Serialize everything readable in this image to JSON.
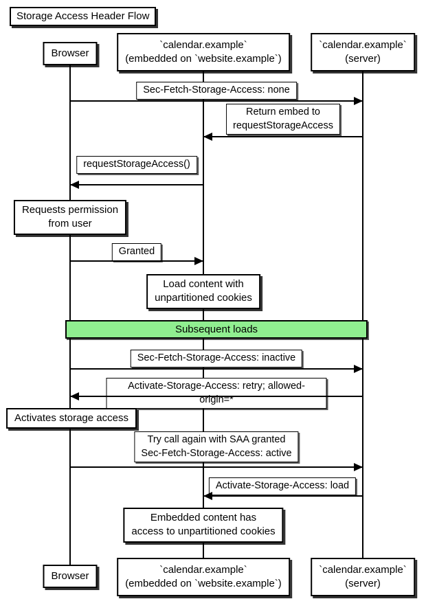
{
  "title": "Storage Access Header Flow",
  "participants": {
    "browser": "Browser",
    "embedded": "`calendar.example`\n(embedded on `website.example`)",
    "server": "`calendar.example`\n(server)"
  },
  "messages": {
    "sec_fetch_none": "Sec-Fetch-Storage-Access: none",
    "return_embed": "Return embed to\nrequestStorageAccess",
    "request_storage_access": "requestStorageAccess()",
    "granted": "Granted",
    "sec_fetch_inactive": "Sec-Fetch-Storage-Access: inactive",
    "activate_retry": "Activate-Storage-Access: retry; allowed-origin=*",
    "try_call_again": "Try call again with SAA granted\nSec-Fetch-Storage-Access: active",
    "activate_load": "Activate-Storage-Access: load"
  },
  "notes": {
    "requests_permission": "Requests permission\nfrom user",
    "load_content": "Load content with\nunpartitioned cookies",
    "activates_storage": "Activates storage access",
    "embedded_access": "Embedded content has\naccess to unpartitioned cookies"
  },
  "divider": {
    "label": "Subsequent loads",
    "fill": "#90ee90"
  },
  "colors": {
    "line": "#000000",
    "box_background": "#ffffff",
    "text": "#000000"
  }
}
